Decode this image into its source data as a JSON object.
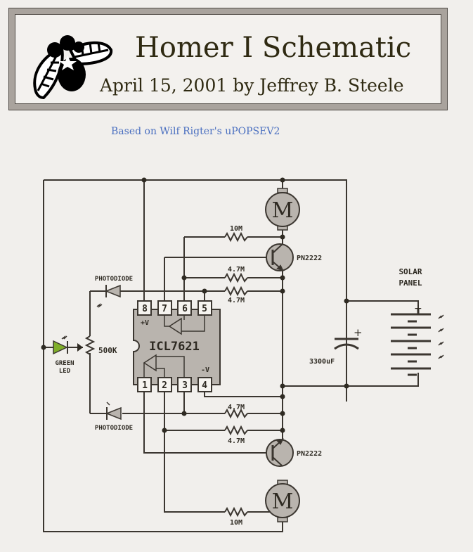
{
  "header": {
    "title": "Homer I Schematic",
    "subtitle": "April 15, 2001 by Jeffrey B. Steele",
    "credit": "Based on Wilf Rigter's uPOPSEV2",
    "logo_icon": "firefly-icon"
  },
  "schematic": {
    "ic": {
      "name": "ICL7621",
      "vplus": "+V",
      "vminus": "-V",
      "pins_top": [
        "8",
        "7",
        "6",
        "5"
      ],
      "pins_bottom": [
        "1",
        "2",
        "3",
        "4"
      ]
    },
    "components": {
      "motor_top": "M",
      "motor_bottom": "M",
      "transistor_top": "PN2222",
      "transistor_bottom": "PN2222",
      "r_top_10m": "10M",
      "r_top_47a": "4.7M",
      "r_top_47b": "4.7M",
      "r_bot_47a": "4.7M",
      "r_bot_47b": "4.7M",
      "r_bot_10m": "10M",
      "photodiode_top": "PHOTODIODE",
      "photodiode_bottom": "PHOTODIODE",
      "pot": "500K",
      "led_line1": "GREEN",
      "led_line2": "LED",
      "capacitor": "3300uF",
      "cap_plus": "+",
      "solar_line1": "SOLAR",
      "solar_line2": "PANEL",
      "solar_plus": "+"
    },
    "colors": {
      "wire": "#3b3630",
      "component_fill": "#b9b4ae",
      "led_fill": "#7fae2a",
      "credit_text": "#4a6fc0"
    }
  }
}
